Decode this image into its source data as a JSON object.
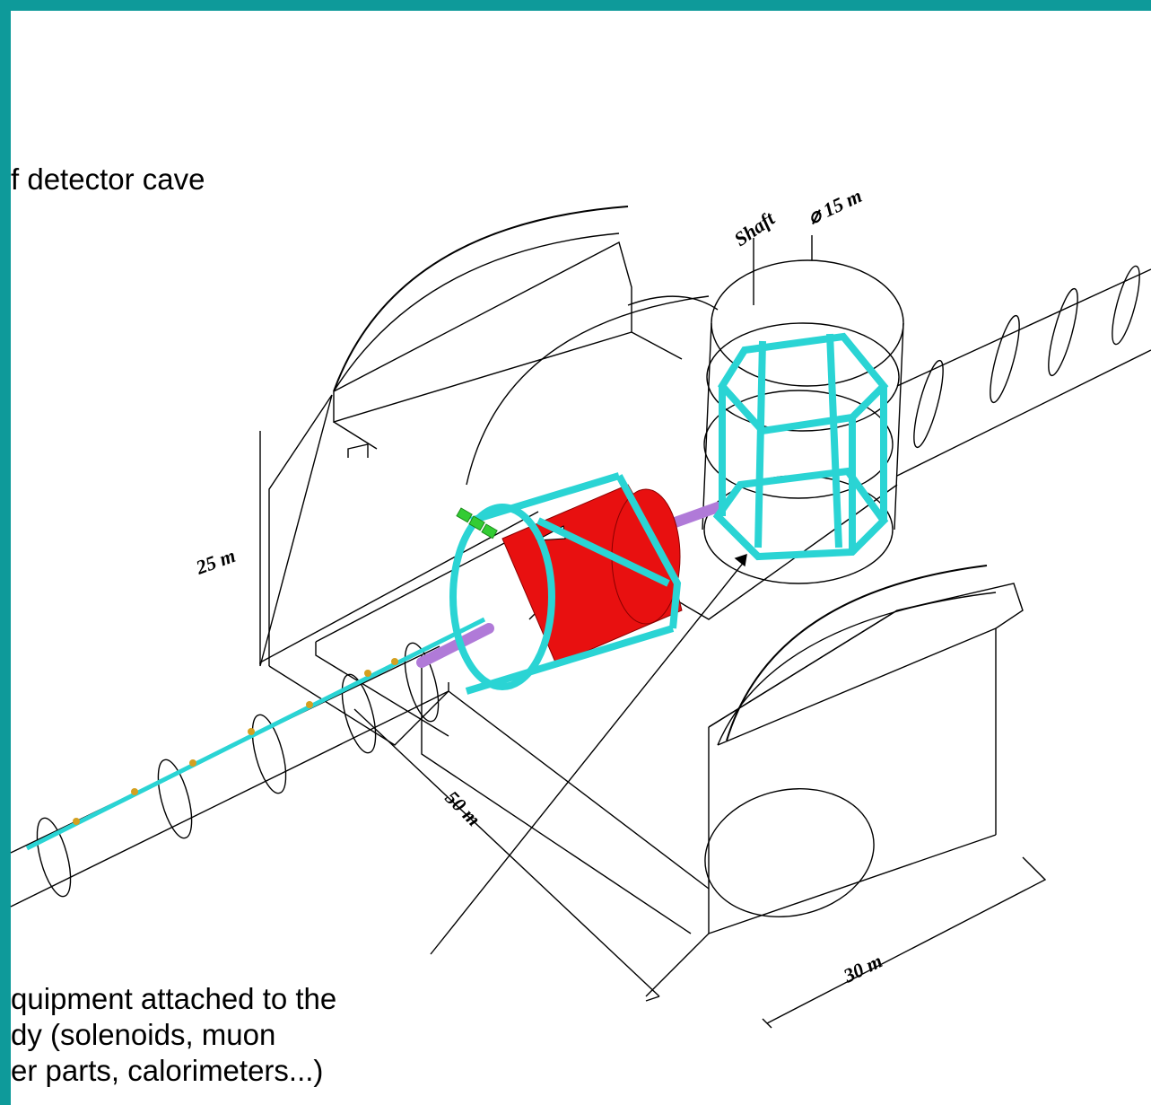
{
  "captions": {
    "top": "f detector cave",
    "bottom_lines": [
      "quipment attached to the",
      "dy (solenoids, muon",
      "er parts, calorimeters...)"
    ]
  },
  "dimensions": {
    "height": "25 m",
    "length": "50 m",
    "width": "30 m",
    "shaft_label": "Shaft",
    "shaft_diameter": "⌀ 15 m"
  },
  "colors": {
    "frame": "#0e9a9a",
    "magnet": "#e81010",
    "frame_steel": "#2ad4d4",
    "beampipe": "#b07ad8",
    "modules": "#33cc33"
  }
}
